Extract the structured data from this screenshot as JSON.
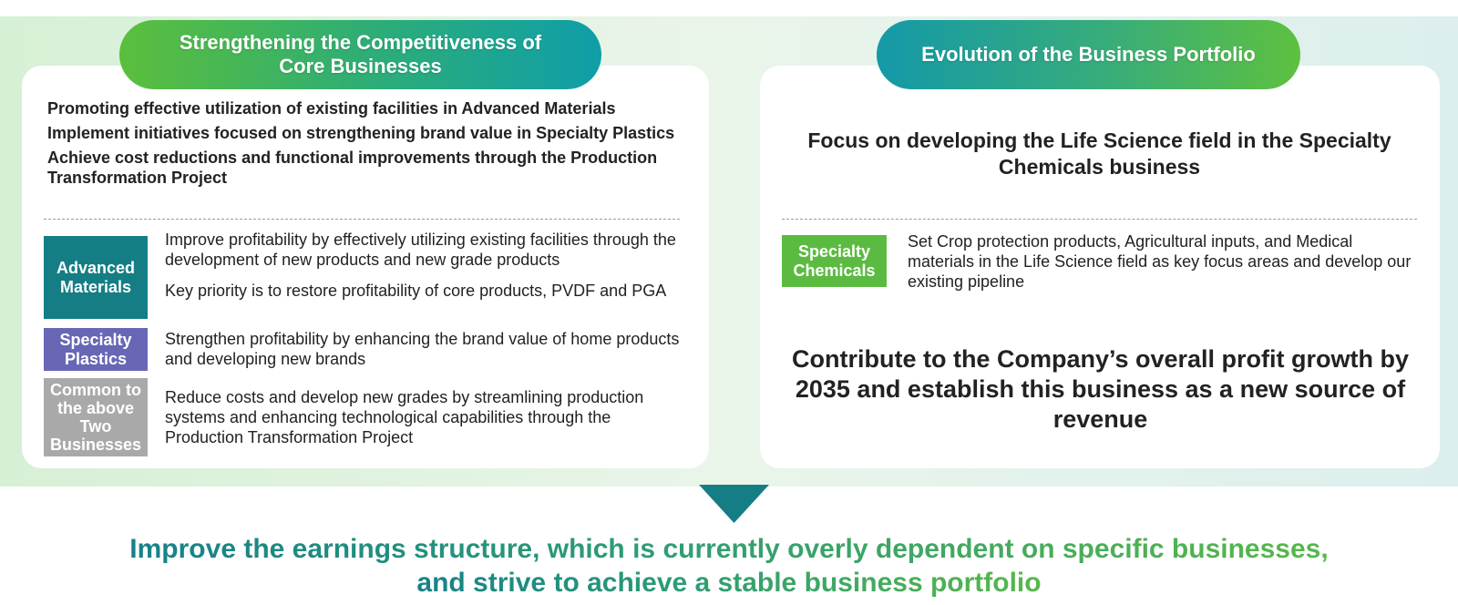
{
  "left": {
    "header": "Strengthening the Competitiveness of\nCore Businesses",
    "bullets": [
      "Promoting effective utilization of existing facilities in Advanced Materials",
      "Implement initiatives focused on strengthening brand value in Specialty Plastics",
      "Achieve cost reductions and  functional improvements through the Production Transformation Project"
    ],
    "rows": [
      {
        "tag": "Advanced Materials",
        "descriptions": [
          "Improve profitability by effectively utilizing existing facilities through the development of new products and new grade products",
          "Key priority is to restore profitability of core products, PVDF and PGA"
        ]
      },
      {
        "tag": "Specialty Plastics",
        "descriptions": [
          "Strengthen profitability by enhancing the brand value of home products and developing new brands"
        ]
      },
      {
        "tag": "Common to the above Two Businesses",
        "descriptions": [
          "Reduce costs and develop new grades by streamlining production systems and enhancing technological capabilities through the Production Transformation Project"
        ]
      }
    ]
  },
  "right": {
    "header": "Evolution of the Business Portfolio",
    "focus": "Focus on developing the Life Science field in the Specialty Chemicals business",
    "tag": "Specialty Chemicals",
    "description": "Set Crop protection products, Agricultural inputs, and Medical materials in the Life Science field as key focus areas and develop our existing pipeline",
    "contribution": "Contribute to the Company’s overall profit growth by 2035 and establish this business as a new source of revenue"
  },
  "conclusion": {
    "line1": "Improve the earnings structure, which is currently overly dependent on specific businesses,",
    "line2": "and strive to achieve a stable business portfolio"
  },
  "colors": {
    "advanced_materials": "#147e84",
    "specialty_plastics": "#6767b6",
    "common": "#a9a9a9",
    "specialty_chemicals": "#5bbb40",
    "arrow": "#147e84"
  }
}
